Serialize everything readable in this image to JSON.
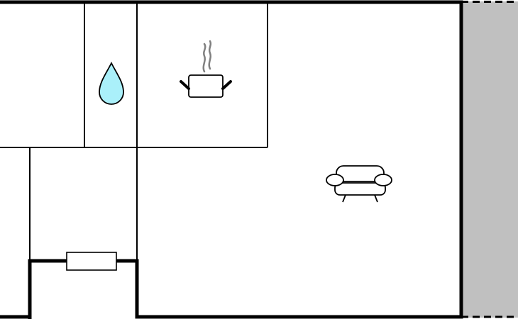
{
  "floor_plan": {
    "rooms": [
      {
        "id": "room-top-left",
        "type": "room"
      },
      {
        "id": "bathroom",
        "type": "bathroom",
        "icon": "water-drop-icon"
      },
      {
        "id": "kitchen",
        "type": "kitchen",
        "icon": "cooking-pot-icon"
      },
      {
        "id": "living-room",
        "type": "living-room",
        "icon": "sofa-icon"
      },
      {
        "id": "room-bottom-left",
        "type": "room"
      },
      {
        "id": "hallway",
        "type": "hallway",
        "icon": "radiator-icon"
      },
      {
        "id": "terrace",
        "type": "terrace"
      }
    ],
    "colors": {
      "wall": "#000000",
      "floor": "#ffffff",
      "terrace": "#c0c0c0",
      "water": "#aaf0fa",
      "steam": "#808080"
    }
  }
}
